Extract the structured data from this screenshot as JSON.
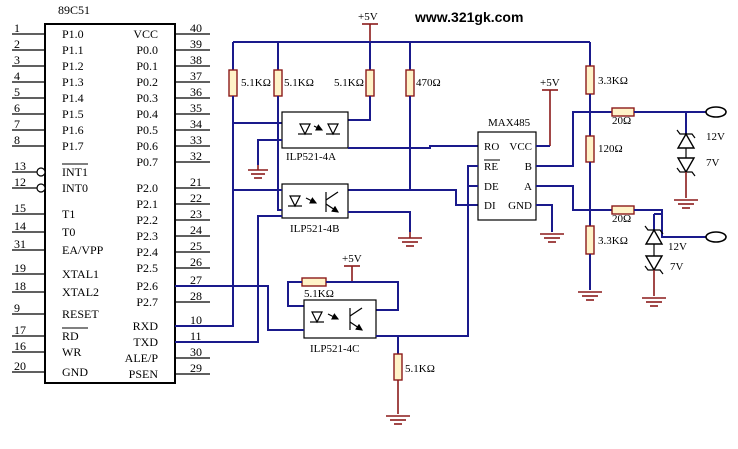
{
  "site_title": "www.321gk.com",
  "mcu": {
    "name": "89C51",
    "left_pins": [
      {
        "num": "1",
        "label": "P1.0"
      },
      {
        "num": "2",
        "label": "P1.1"
      },
      {
        "num": "3",
        "label": "P1.2"
      },
      {
        "num": "4",
        "label": "P1.3"
      },
      {
        "num": "5",
        "label": "P1.4"
      },
      {
        "num": "6",
        "label": "P1.5"
      },
      {
        "num": "7",
        "label": "P1.6"
      },
      {
        "num": "8",
        "label": "P1.7"
      },
      {
        "num": "13",
        "label": "INT1"
      },
      {
        "num": "12",
        "label": "INT0"
      },
      {
        "num": "15",
        "label": "T1"
      },
      {
        "num": "14",
        "label": "T0"
      },
      {
        "num": "31",
        "label": "EA/VPP"
      },
      {
        "num": "19",
        "label": "XTAL1"
      },
      {
        "num": "18",
        "label": "XTAL2"
      },
      {
        "num": "9",
        "label": "RESET"
      },
      {
        "num": "17",
        "label": "RD"
      },
      {
        "num": "16",
        "label": "WR"
      },
      {
        "num": "20",
        "label": "GND"
      }
    ],
    "right_pins": [
      {
        "num": "40",
        "label": "VCC"
      },
      {
        "num": "39",
        "label": "P0.0"
      },
      {
        "num": "38",
        "label": "P0.1"
      },
      {
        "num": "37",
        "label": "P0.2"
      },
      {
        "num": "36",
        "label": "P0.3"
      },
      {
        "num": "35",
        "label": "P0.4"
      },
      {
        "num": "34",
        "label": "P0.5"
      },
      {
        "num": "33",
        "label": "P0.6"
      },
      {
        "num": "32",
        "label": "P0.7"
      },
      {
        "num": "21",
        "label": "P2.0"
      },
      {
        "num": "22",
        "label": "P2.1"
      },
      {
        "num": "23",
        "label": "P2.2"
      },
      {
        "num": "24",
        "label": "P2.3"
      },
      {
        "num": "25",
        "label": "P2.4"
      },
      {
        "num": "26",
        "label": "P2.5"
      },
      {
        "num": "27",
        "label": "P2.6"
      },
      {
        "num": "28",
        "label": "P2.7"
      },
      {
        "num": "10",
        "label": "RXD"
      },
      {
        "num": "11",
        "label": "TXD"
      },
      {
        "num": "30",
        "label": "ALE/P"
      },
      {
        "num": "29",
        "label": "PSEN"
      }
    ]
  },
  "resistors": {
    "r1": "5.1KΩ",
    "r2": "5.1KΩ",
    "r3": "5.1KΩ",
    "r4": "470Ω",
    "r5": "5.1KΩ",
    "r6": "5.1KΩ",
    "r_top_bias": "3.3KΩ",
    "r_term": "120Ω",
    "r_bot_bias": "3.3KΩ",
    "r_line_a": "20Ω",
    "r_line_b": "20Ω"
  },
  "optos": {
    "a": "ILP521-4A",
    "b": "ILP521-4B",
    "c": "ILP521-4C"
  },
  "supply": {
    "top": "+5V",
    "max485": "+5V",
    "opto_c": "+5V"
  },
  "max485": {
    "name": "MAX485",
    "left_pins": [
      "RO",
      "RE",
      "DE",
      "DI"
    ],
    "right_pins": [
      "VCC",
      "B",
      "A",
      "GND"
    ]
  },
  "zeners": {
    "z1_a": "12V",
    "z1_b": "7V",
    "z2_a": "12V",
    "z2_b": "7V"
  }
}
